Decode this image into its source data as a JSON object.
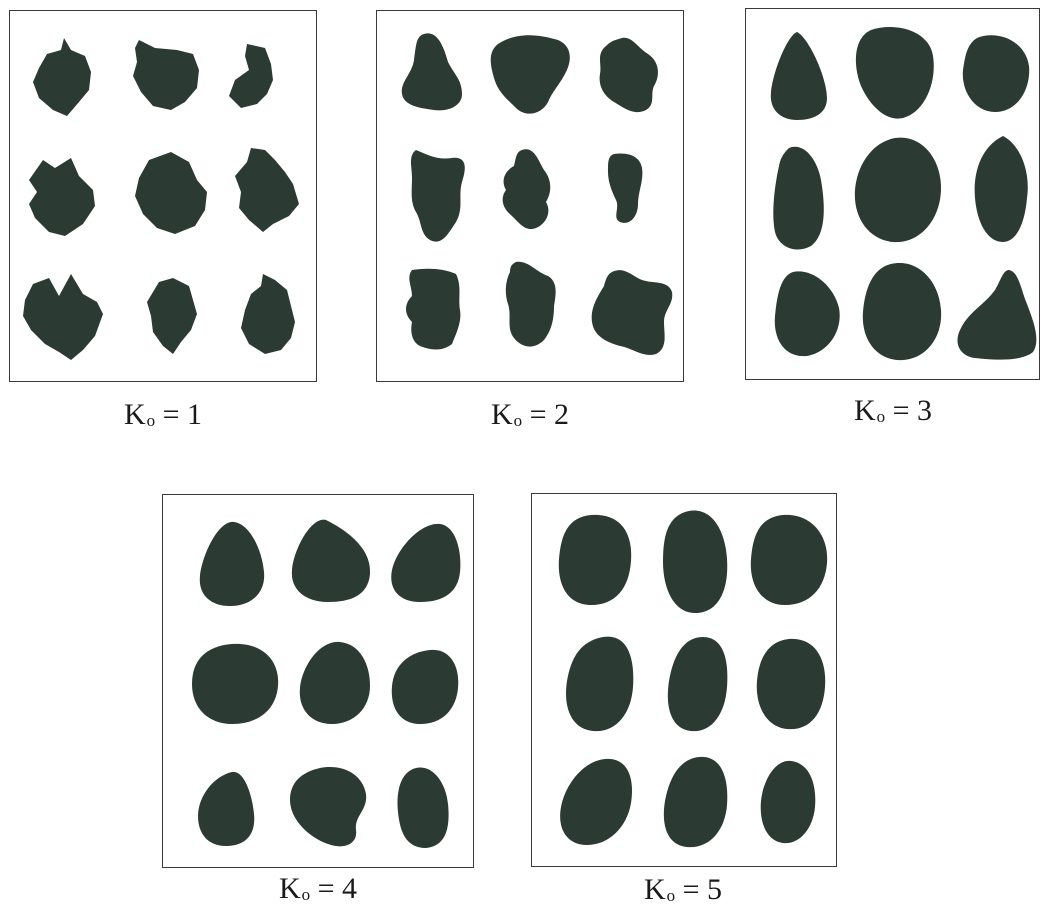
{
  "figure": {
    "panels": [
      {
        "id": "ko-1",
        "label_base": "K",
        "label_sub": "o",
        "label_rest": " = 1"
      },
      {
        "id": "ko-2",
        "label_base": "K",
        "label_sub": "o",
        "label_rest": " = 2"
      },
      {
        "id": "ko-3",
        "label_base": "K",
        "label_sub": "o",
        "label_rest": " = 3"
      },
      {
        "id": "ko-4",
        "label_base": "K",
        "label_sub": "o",
        "label_rest": " = 4"
      },
      {
        "id": "ko-5",
        "label_base": "K",
        "label_sub": "o",
        "label_rest": " = 5"
      }
    ],
    "colors": {
      "particle": "#2b3a33",
      "frame": "#3a3a3a",
      "background": "#ffffff"
    }
  }
}
